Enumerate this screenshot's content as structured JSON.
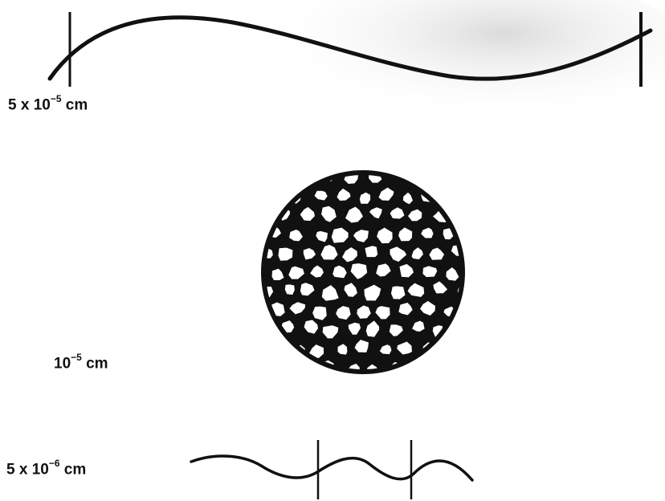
{
  "labels": [
    {
      "base": "5 x 10",
      "exp": "−5",
      "unit": " cm"
    },
    {
      "base": "10",
      "exp": "−5",
      "unit": " cm"
    },
    {
      "base": "5 x 10",
      "exp": "−6",
      "unit": " cm"
    }
  ],
  "colors": {
    "ink": "#111111",
    "paper": "#ffffff",
    "speckle": "#9a9a9a"
  }
}
